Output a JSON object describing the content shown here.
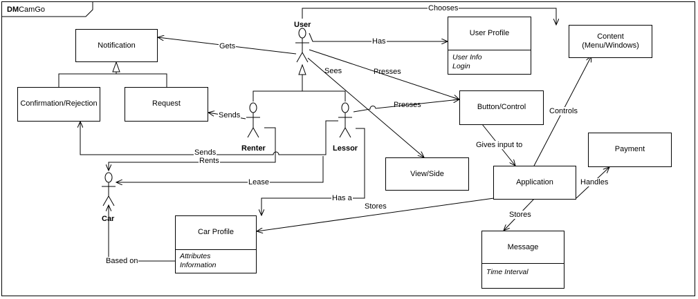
{
  "diagram": {
    "title_bold": "DM",
    "title_rest": "CamGo",
    "classes": {
      "notification": {
        "name": "Notification"
      },
      "confirmation": {
        "name": "Confirmation/Rejection"
      },
      "request": {
        "name": "Request"
      },
      "user_profile": {
        "name": "User Profile",
        "attrs": [
          "User Info",
          "Login"
        ]
      },
      "content": {
        "name": "Content",
        "name2": "(Menu/Windows)"
      },
      "button": {
        "name": "Button/Control"
      },
      "view": {
        "name": "View/Side"
      },
      "application": {
        "name": "Application"
      },
      "payment": {
        "name": "Payment"
      },
      "car_profile": {
        "name": "Car Profile",
        "attrs": [
          "Attributes",
          "Information"
        ]
      },
      "message": {
        "name": "Message",
        "attrs": [
          "Time Interval"
        ]
      }
    },
    "actors": {
      "user": "User",
      "renter": "Renter",
      "lessor": "Lessor",
      "car": "Car"
    },
    "edge_labels": {
      "chooses": "Chooses",
      "has": "Has",
      "gets": "Gets",
      "sees": "Sees",
      "presses_user": "Presses",
      "presses_lessor": "Presses",
      "sends_renter": "Sends",
      "sends_car": "Sends",
      "rents": "Rents",
      "lease": "Lease",
      "has_a": "Has a",
      "stores_app": "Stores",
      "stores_msg": "Stores",
      "gives_input": "Gives input to",
      "controls": "Controls",
      "handles": "Handles",
      "based_on": "Based on"
    }
  }
}
